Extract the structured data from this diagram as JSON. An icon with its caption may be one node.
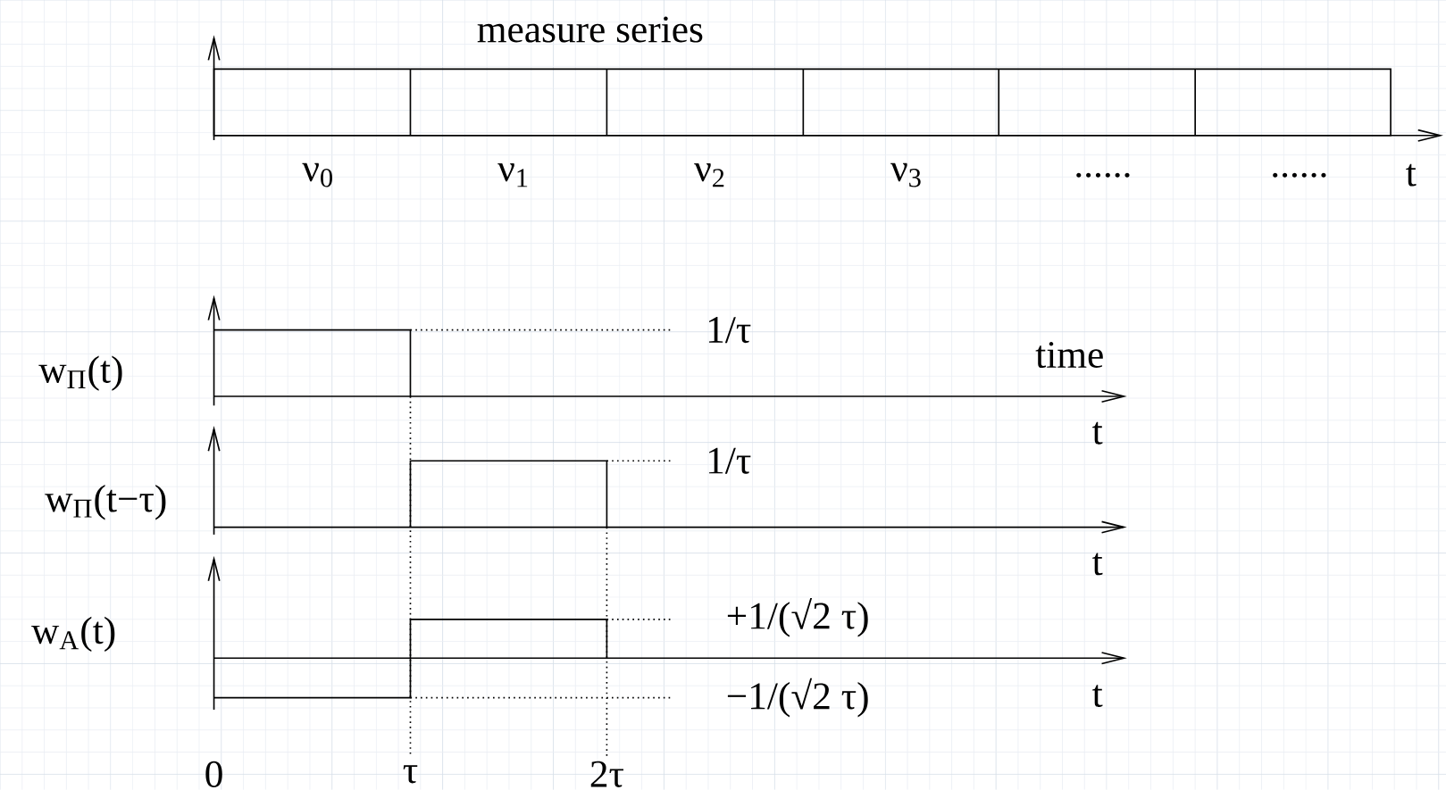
{
  "diagram": {
    "labels": [
      "measure series",
      "ν$_{0}$",
      "ν$_{1}$",
      "ν$_{2}$",
      "ν$_{3}$",
      "......",
      "......",
      "t",
      "1/τ",
      "w$_{Π}$(t)",
      "time",
      "t",
      "w$_{Π}$(t−τ)",
      "1/τ",
      "t",
      "w$_{A}$(t)",
      "+1/(√2 τ)",
      "−1/(√2 τ)",
      "t",
      "0",
      "τ",
      "2τ"
    ]
  }
}
